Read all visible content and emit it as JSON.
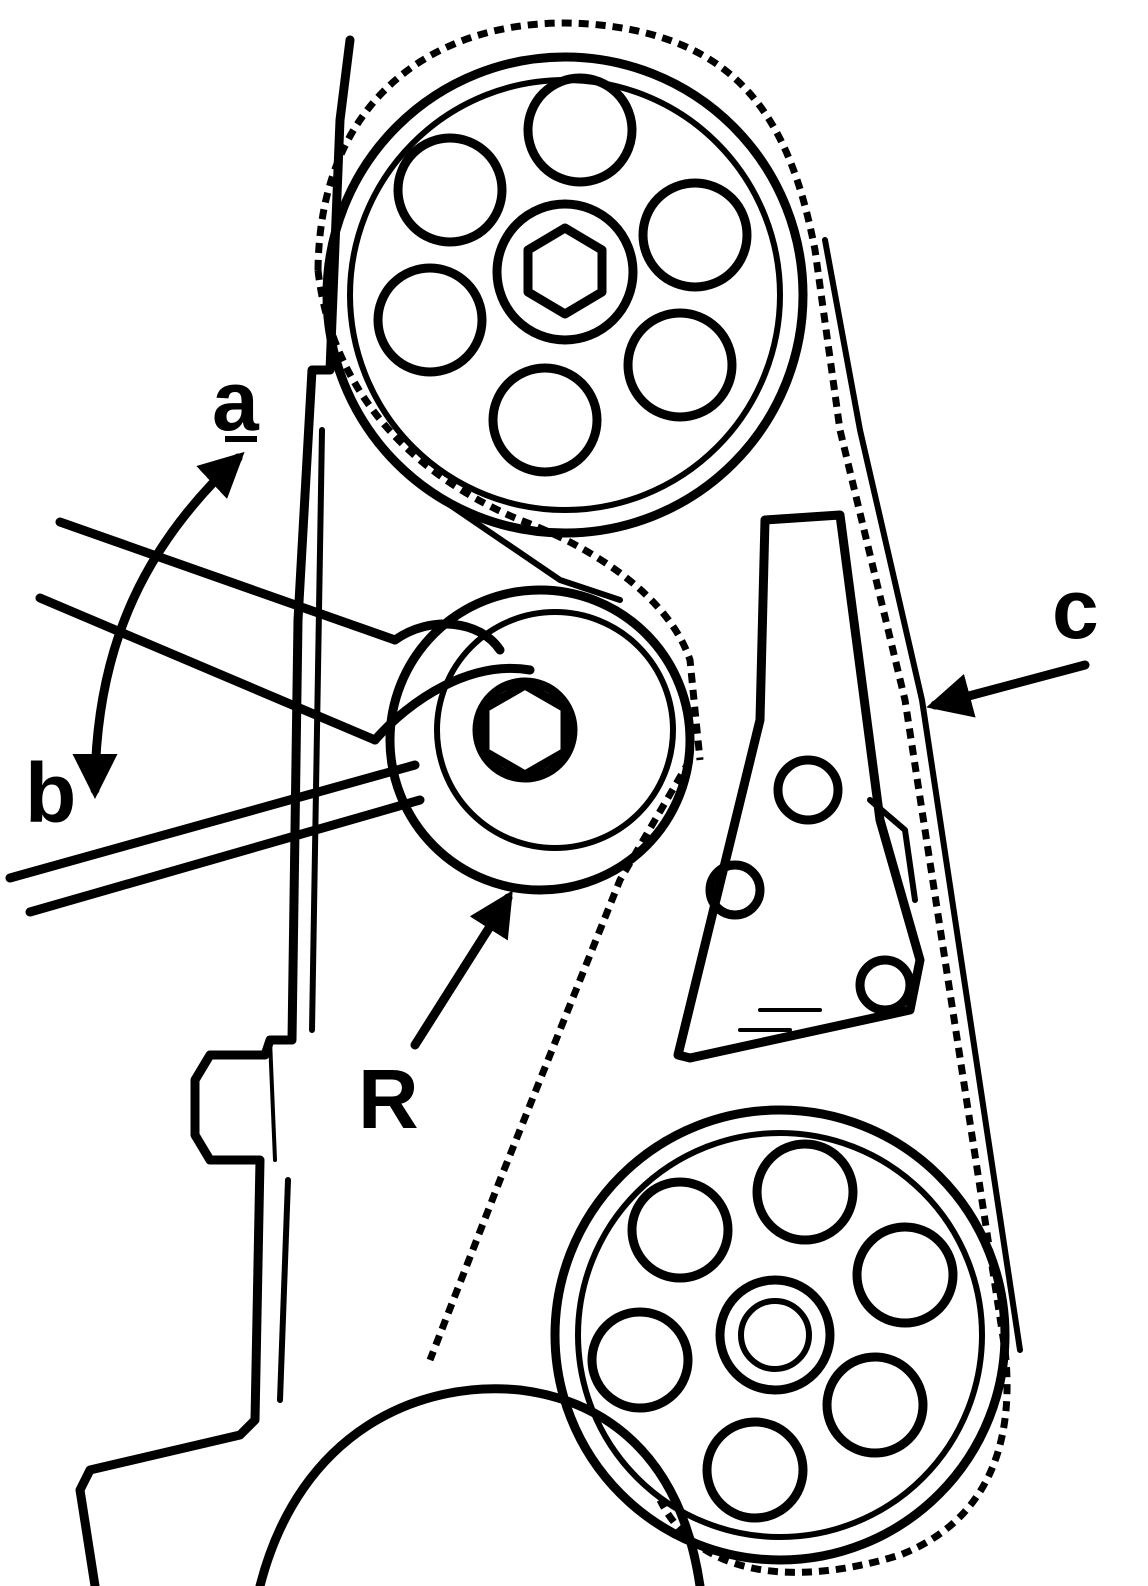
{
  "labels": {
    "a": "a",
    "b": "b",
    "c": "c",
    "r": "R"
  },
  "colors": {
    "ink": "#000000",
    "paper": "#ffffff"
  }
}
